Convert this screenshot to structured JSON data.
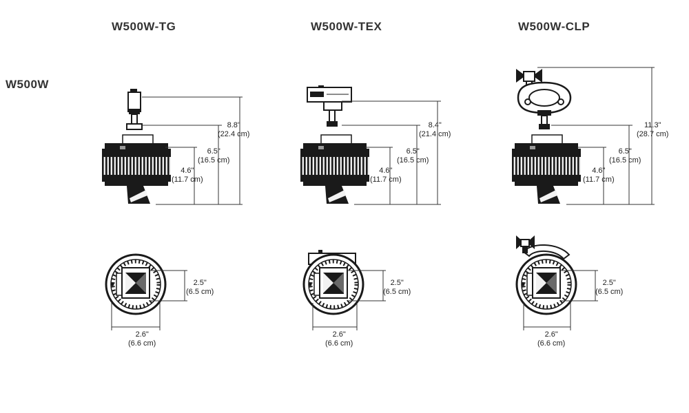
{
  "series_label": "W500W",
  "models": [
    {
      "name": "W500W-TG",
      "side_dims": [
        {
          "value": "8.8\"",
          "metric": "(22.4 cm)"
        },
        {
          "value": "6.5\"",
          "metric": "(16.5 cm)"
        },
        {
          "value": "4.6\"",
          "metric": "(11.7 cm)"
        }
      ],
      "top_dims": [
        {
          "value": "2.5\"",
          "metric": "(6.5 cm)"
        },
        {
          "value": "2.6\"",
          "metric": "(6.6 cm)"
        }
      ]
    },
    {
      "name": "W500W-TEX",
      "side_dims": [
        {
          "value": "8.4\"",
          "metric": "(21.4 cm)"
        },
        {
          "value": "6.5\"",
          "metric": "(16.5 cm)"
        },
        {
          "value": "4.6\"",
          "metric": "(11.7 cm)"
        }
      ],
      "top_dims": [
        {
          "value": "2.5\"",
          "metric": "(6.5 cm)"
        },
        {
          "value": "2.6\"",
          "metric": "(6.6 cm)"
        }
      ]
    },
    {
      "name": "W500W-CLP",
      "side_dims": [
        {
          "value": "11.3\"",
          "metric": "(28.7 cm)"
        },
        {
          "value": "6.5\"",
          "metric": "(16.5 cm)"
        },
        {
          "value": "4.6\"",
          "metric": "(11.7 cm)"
        }
      ],
      "top_dims": [
        {
          "value": "2.5\"",
          "metric": "(6.5 cm)"
        },
        {
          "value": "2.6\"",
          "metric": "(6.6 cm)"
        }
      ]
    }
  ]
}
